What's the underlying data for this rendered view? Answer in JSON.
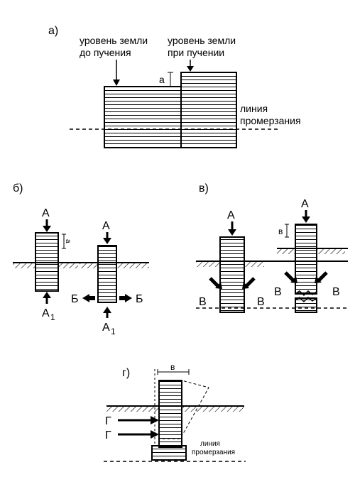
{
  "panel_a": {
    "letter": "а)",
    "ground_before_line1": "уровень земли",
    "ground_before_line2": "до пучения",
    "ground_during_line1": "уровень земли",
    "ground_during_line2": "при пучении",
    "heave_mark": "а",
    "freeze_line1": "линия",
    "freeze_line2": "промерзания"
  },
  "panel_b": {
    "letter": "б)",
    "force_top": "А",
    "force_bottom": "А",
    "force_bottom_sub": "1",
    "lateral_left": "Б",
    "lateral_right": "Б",
    "heave_mark": "а"
  },
  "panel_v": {
    "letter": "в)",
    "force_top": "А",
    "lateral_force": "В",
    "heave_mark": "в"
  },
  "panel_g": {
    "letter": "г)",
    "tilt_mark": "в",
    "force_label": "Г",
    "freeze_line1": "линия",
    "freeze_line2": "промерзания"
  }
}
